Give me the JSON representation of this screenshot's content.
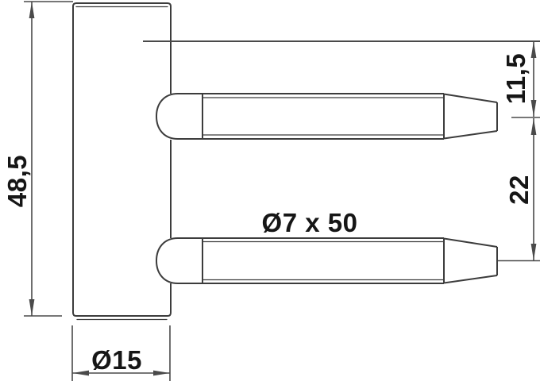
{
  "drawing": {
    "type": "technical-drawing",
    "labels": {
      "body_height": "48,5",
      "top_offset": "11,5",
      "pin_spacing": "22",
      "pin_size": "Ø7 x 50",
      "body_diameter": "Ø15"
    },
    "colors": {
      "outline": "#3c3c3c",
      "dimension": "#4a4a4a",
      "text": "#161616",
      "background": "#ffffff"
    }
  }
}
